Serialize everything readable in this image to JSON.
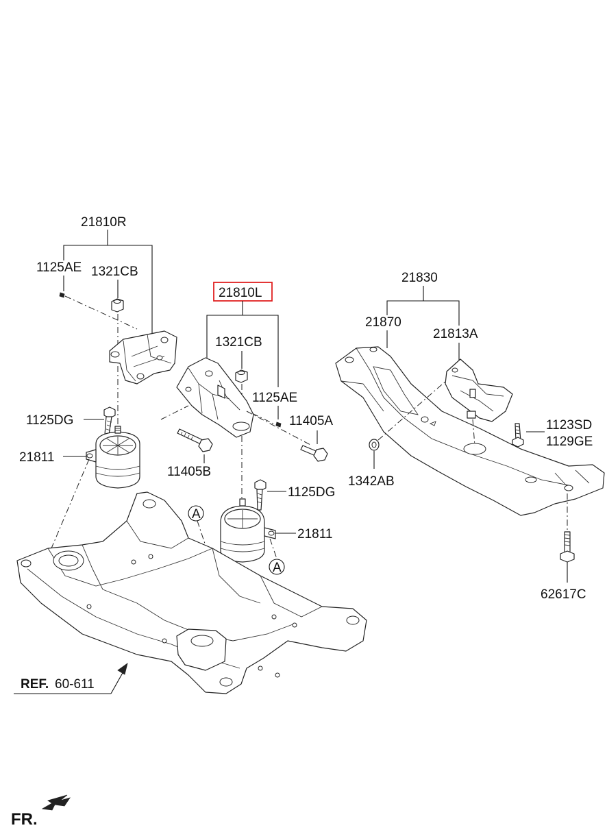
{
  "labels": {
    "p21810R": "21810R",
    "p1125AE_left": "1125AE",
    "p1321CB_left": "1321CB",
    "p21810L": "21810L",
    "p1321CB_mid": "1321CB",
    "p1125AE_mid": "1125AE",
    "p11405A": "11405A",
    "p11405B": "11405B",
    "p1125DG_left": "1125DG",
    "p21811_left": "21811",
    "p1125DG_mid": "1125DG",
    "p21811_mid": "21811",
    "callout_A_top": "A",
    "callout_A_bottom": "A",
    "p21830": "21830",
    "p21870": "21870",
    "p21813A": "21813A",
    "p1342AB": "1342AB",
    "p1123SD": "1123SD",
    "p1129GE": "1129GE",
    "p62617C": "62617C",
    "ref_prefix": "REF.",
    "ref_number": "60-611",
    "fr": "FR."
  },
  "highlight": {
    "part": "21810L",
    "color": "#e02020"
  }
}
